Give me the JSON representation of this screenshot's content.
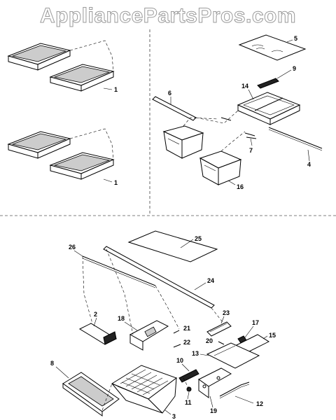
{
  "watermark": "AppliancePartsPros.com",
  "callouts": {
    "c1a": "1",
    "c1b": "1",
    "c5": "5",
    "c9": "9",
    "c6": "6",
    "c14": "14",
    "c7": "7",
    "c4": "4",
    "c16": "16",
    "c25": "25",
    "c26": "26",
    "c24": "24",
    "c2": "2",
    "c18": "18",
    "c21": "21",
    "c23": "23",
    "c17": "17",
    "c15": "15",
    "c20": "20",
    "c22": "22",
    "c13": "13",
    "c10": "10",
    "c8": "8",
    "c11": "11",
    "c19": "19",
    "c12": "12",
    "c3": "3"
  }
}
